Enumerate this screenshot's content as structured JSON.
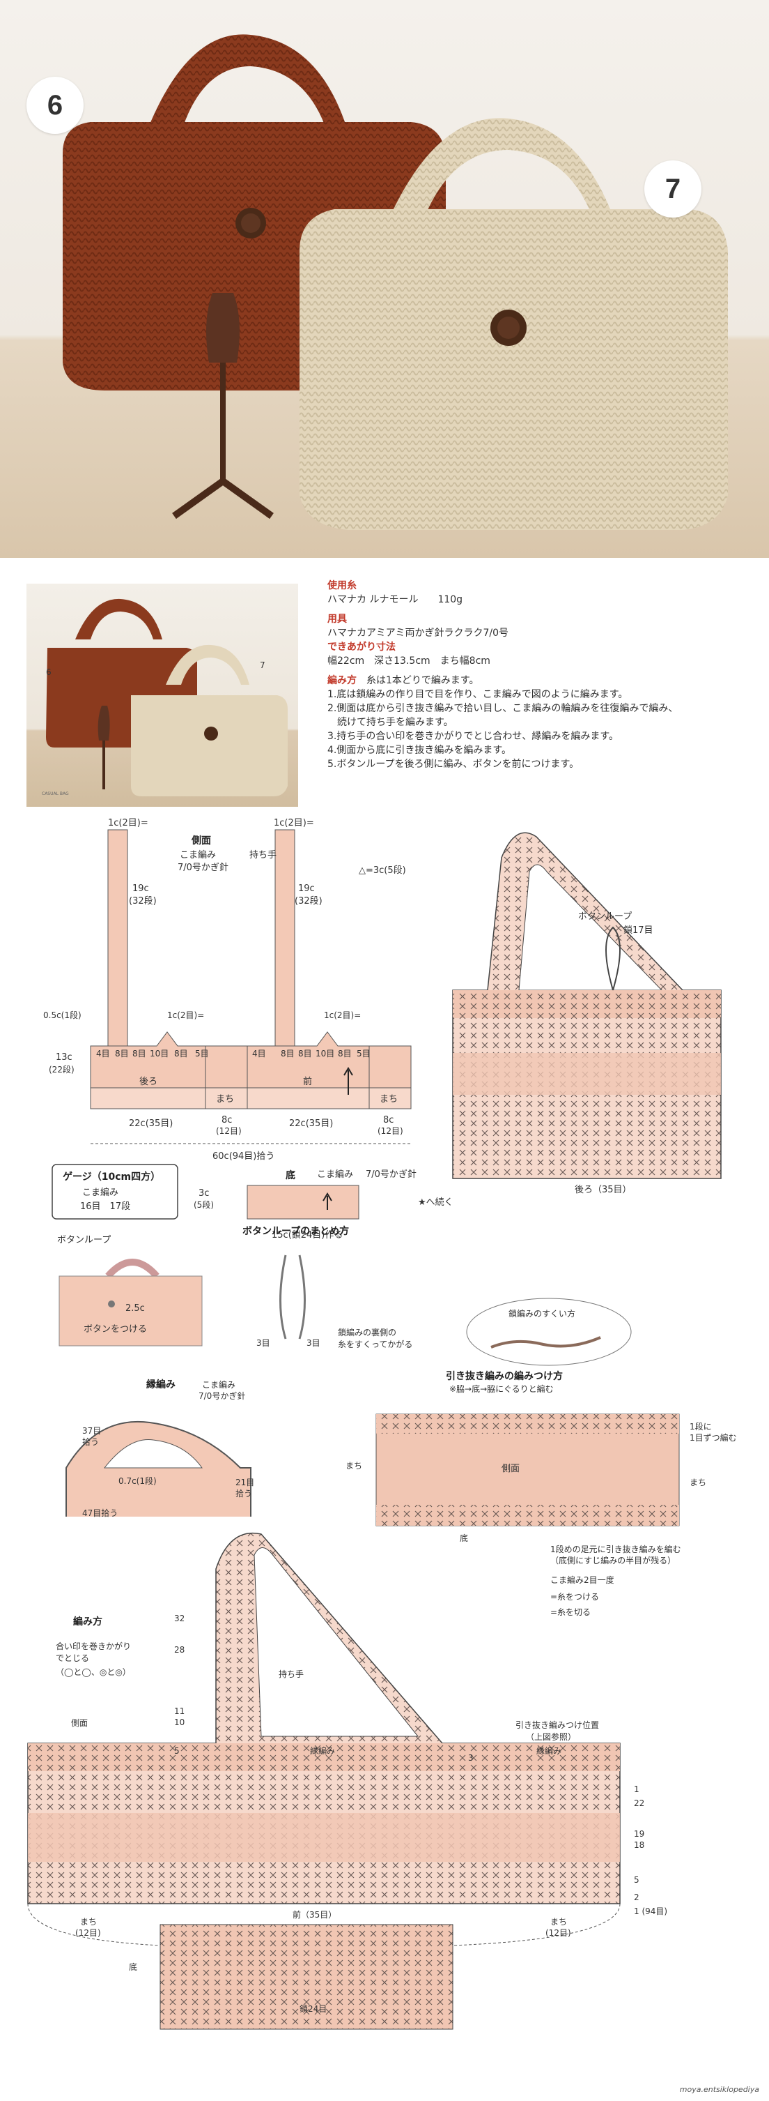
{
  "hero": {
    "badge_left": "6",
    "badge_right": "7"
  },
  "thumb": {
    "badge_left": "6",
    "badge_right": "7",
    "caption": "CASUAL BAG"
  },
  "info": {
    "materials_title": "使用糸",
    "materials_value": "ハマナカ ルナモール　　110g",
    "tools_title": "用具",
    "tools_value": "ハマナカアミアミ両かぎ針ラクラク7/0号",
    "size_title": "できあがり寸法",
    "size_value": "幅22cm　深さ13.5cm　まち幅8cm",
    "method_title": "編み方",
    "method_note": "糸は1本どりで編みます。",
    "steps": [
      "1.底は鎖編みの作り目で目を作り、こま編みで図のように編みます。",
      "2.側面は底から引き抜き編みで拾い目し、こま編みの輪編みを往復編みで編み、",
      "　続けて持ち手を編みます。",
      "3.持ち手の合い印を巻きかがりでとじ合わせ、縁編みを編みます。",
      "4.側面から底に引き抜き編みを編みます。",
      "5.ボタンループを後ろ側に編み、ボタンを前につけます。"
    ]
  },
  "diagram1": {
    "title": "側面",
    "stitch": "こま編み",
    "hook": "7/0号かぎ針",
    "handle_label": "持ち手",
    "handle_top": "1c(2目)=",
    "handle_top_right": "1c(2目)=",
    "handle_len": "19c",
    "handle_rows": "(32段)",
    "handle_len_r": "19c",
    "handle_rows_r": "(32段)",
    "tri_note": "△=3c(5段)",
    "peak_left": "1c(2目)=",
    "peak_right": "1c(2目)=",
    "left_edge": "0.5c(1段)",
    "height": "13c",
    "height_rows": "(22段)",
    "counts": [
      "4目",
      "8目",
      "8目",
      "10目",
      "8目",
      "5目",
      "4目",
      "8目",
      "8目",
      "10目",
      "8目",
      "5目"
    ],
    "back": "後ろ",
    "gusset": "まち",
    "front": "前",
    "gusset2": "まち",
    "w_back": "22c(35目)",
    "w_gus": "8c",
    "w_gus_st": "(12目)",
    "w_front": "22c(35目)",
    "w_gus2": "8c",
    "w_gus2_st": "(12目)",
    "total": "60c(94目)拾う"
  },
  "gauge": {
    "title": "ゲージ（10cm四方）",
    "stitch": "こま編み",
    "value": "16目　17段"
  },
  "base": {
    "title": "底",
    "stitch": "こま編み",
    "hook": "7/0号かぎ針",
    "height": "3c",
    "rows": "(5段)",
    "width": "15c(鎖24目)作る"
  },
  "button_loop_fig": {
    "title": "ボタンループ",
    "size": "2.5c",
    "label": "ボタンをつける"
  },
  "loop_method": {
    "title": "ボタンループのまとめ方",
    "left": "3目",
    "right": "3目",
    "note1": "鎖編みの裏側の",
    "note2": "糸をすくってかがる",
    "bubble": "鎖編みのすくい方"
  },
  "big_chart": {
    "loop": "ボタンループ",
    "loop_chain": "鎖17目",
    "back": "後ろ（35目）",
    "cont": "★へ続く"
  },
  "edging": {
    "title": "縁編み",
    "stitch": "こま編み",
    "hook": "7/0号かぎ針",
    "pick37": "37目",
    "pick37b": "拾う",
    "row": "0.7c(1段)",
    "pick21": "21目",
    "pick21b": "拾う",
    "pick47": "47目拾う"
  },
  "slip": {
    "title": "引き抜き編みの編みつけ方",
    "note": "※脇→底→脇にぐるりと編む",
    "side": "側面",
    "gusset_l": "まち",
    "gusset_r": "まち",
    "base": "底",
    "rows_note1": "1段に",
    "rows_note2": "1目ずつ編む",
    "footnote1": "1段めの足元に引き抜き編みを編む",
    "footnote2": "（底側にすじ編みの半目が残る）"
  },
  "legend": {
    "l1": "こま編み2目一度",
    "l2": "=糸をつける",
    "l3": "=糸を切る"
  },
  "method2": {
    "title": "編み方",
    "note1": "合い印を巻きかがり",
    "note2": "でとじる",
    "note3": "（◯と◯、◎と◎）",
    "side": "側面",
    "handle": "持ち手",
    "edging": "縁編み",
    "edging2": "縁編み",
    "slip_pos": "引き抜き編みつけ位置",
    "slip_pos2": "（上図参照）",
    "front": "前（35目）",
    "gus_l": "まち",
    "gus_l2": "(12目)",
    "gus_r": "まち",
    "gus_r2": "(12目)",
    "base": "底",
    "base_st": "鎖24目",
    "row_labels_left": [
      "32",
      "28",
      "11",
      "10",
      "5"
    ],
    "row_labels_right": [
      "3",
      "1",
      "22",
      "19",
      "18",
      "5",
      "2",
      "1 (94目)"
    ]
  },
  "footer": "moya.entsiklopediya"
}
